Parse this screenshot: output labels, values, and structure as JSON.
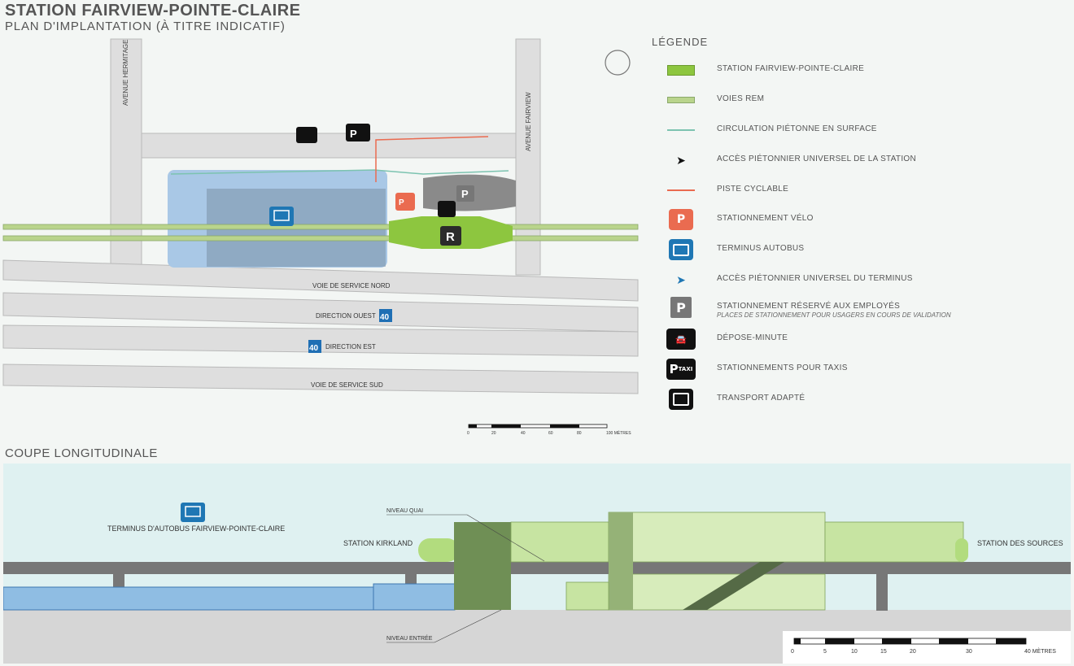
{
  "header": {
    "title": "STATION FAIRVIEW-POINTE-CLAIRE",
    "subtitle": "PLAN D'IMPLANTATION (À TITRE INDICATIF)"
  },
  "plan": {
    "streets": {
      "hermitage": "AVENUE HERMITAGE",
      "fairview": "AVENUE FAIRVIEW",
      "service_nord": "VOIE DE SERVICE NORD",
      "direction_ouest": "DIRECTION OUEST",
      "direction_est": "DIRECTION EST",
      "service_sud": "VOIE DE SERVICE SUD"
    },
    "highway_number": "40",
    "scale_labels": [
      "0",
      "20",
      "40",
      "60",
      "80",
      "100 MÈTRES"
    ]
  },
  "legend": {
    "title": "LÉGENDE",
    "items": [
      {
        "icon": "station-swatch",
        "label": "STATION FAIRVIEW-POINTE-CLAIRE"
      },
      {
        "icon": "rem-track-swatch",
        "label": "VOIES REM"
      },
      {
        "icon": "pedestrian-path-icon",
        "label": "CIRCULATION PIÉTONNE EN SURFACE"
      },
      {
        "icon": "station-access-arrow-icon",
        "label": "ACCÈS PIÉTONNIER UNIVERSEL DE LA STATION"
      },
      {
        "icon": "bike-path-icon",
        "label": "PISTE CYCLABLE"
      },
      {
        "icon": "bike-parking-icon",
        "label": "STATIONNEMENT VÉLO"
      },
      {
        "icon": "bus-icon",
        "label": "TERMINUS AUTOBUS"
      },
      {
        "icon": "terminus-access-arrow-icon",
        "label": "ACCÈS PIÉTONNIER UNIVERSEL DU TERMINUS"
      },
      {
        "icon": "parking-icon",
        "label": "STATIONNEMENT RÉSERVÉ AUX EMPLOYÉS",
        "note": "PLACES DE STATIONNEMENT POUR USAGERS EN COURS DE VALIDATION"
      },
      {
        "icon": "drop-off-icon",
        "label": "DÉPOSE-MINUTE"
      },
      {
        "icon": "taxi-icon",
        "label": "STATIONNEMENTS POUR TAXIS"
      },
      {
        "icon": "paratransit-icon",
        "label": "TRANSPORT ADAPTÉ"
      }
    ]
  },
  "icon_text": {
    "parking": "P",
    "taxi": "TAXI",
    "rem": "R"
  },
  "section": {
    "title": "COUPE LONGITUDINALE",
    "terminus_label": "TERMINUS D'AUTOBUS FAIRVIEW-POINTE-CLAIRE",
    "station_kirkland": "STATION KIRKLAND",
    "station_des_sources": "STATION DES SOURCES",
    "niveau_quai": "NIVEAU QUAI",
    "niveau_entree": "NIVEAU ENTRÉE",
    "scale_labels": [
      "0",
      "5",
      "10",
      "15",
      "20",
      "30",
      "40 MÈTRES"
    ]
  },
  "colors": {
    "station_green": "#8dc63f",
    "track_green": "#b9d48c",
    "bus_blue": "#1f77b4",
    "bike_red": "#ea6b50",
    "pedestrian_teal": "#7cc3b0",
    "terminus_fill": "#a9c8e6",
    "road_gray": "#dcdcdc",
    "sky": "#dff1f1"
  }
}
